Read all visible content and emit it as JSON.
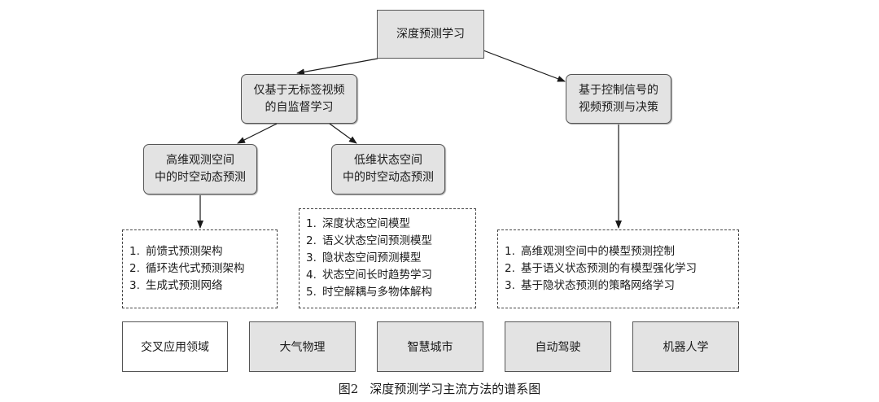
{
  "root": {
    "label": "深度预测学习"
  },
  "branch_left": {
    "line1": "仅基于无标签视频",
    "line2": "的自监督学习"
  },
  "branch_right": {
    "line1": "基于控制信号的",
    "line2": "视频预测与决策"
  },
  "sub_high": {
    "line1": "高维观测空间",
    "line2": "中的时空动态预测"
  },
  "sub_low": {
    "line1": "低维状态空间",
    "line2": "中的时空动态预测"
  },
  "list_high": {
    "items": [
      {
        "num": "1.",
        "text": "前馈式预测架构"
      },
      {
        "num": "2.",
        "text": "循环迭代式预测架构"
      },
      {
        "num": "3.",
        "text": "生成式预测网络"
      }
    ]
  },
  "list_low": {
    "items": [
      {
        "num": "1.",
        "text": "深度状态空间模型"
      },
      {
        "num": "2.",
        "text": "语义状态空间预测模型"
      },
      {
        "num": "3.",
        "text": "隐状态空间预测模型"
      },
      {
        "num": "4.",
        "text": "状态空间长时趋势学习"
      },
      {
        "num": "5.",
        "text": "时空解耦与多物体解构"
      }
    ]
  },
  "list_control": {
    "items": [
      {
        "num": "1.",
        "text": "高维观测空间中的模型预测控制"
      },
      {
        "num": "2.",
        "text": "基于语义状态预测的有模型强化学习"
      },
      {
        "num": "3.",
        "text": "基于隐状态预测的策略网络学习"
      }
    ]
  },
  "applications": {
    "title": "交叉应用领域",
    "items": [
      "大气物理",
      "智慧城市",
      "自动驾驶",
      "机器人学"
    ]
  },
  "caption": {
    "figure": "图2",
    "text": "深度预测学习主流方法的谱系图"
  },
  "colors": {
    "node_fill": "#e3e3e3",
    "border": "#555555",
    "arrow": "#1a1a1a"
  }
}
